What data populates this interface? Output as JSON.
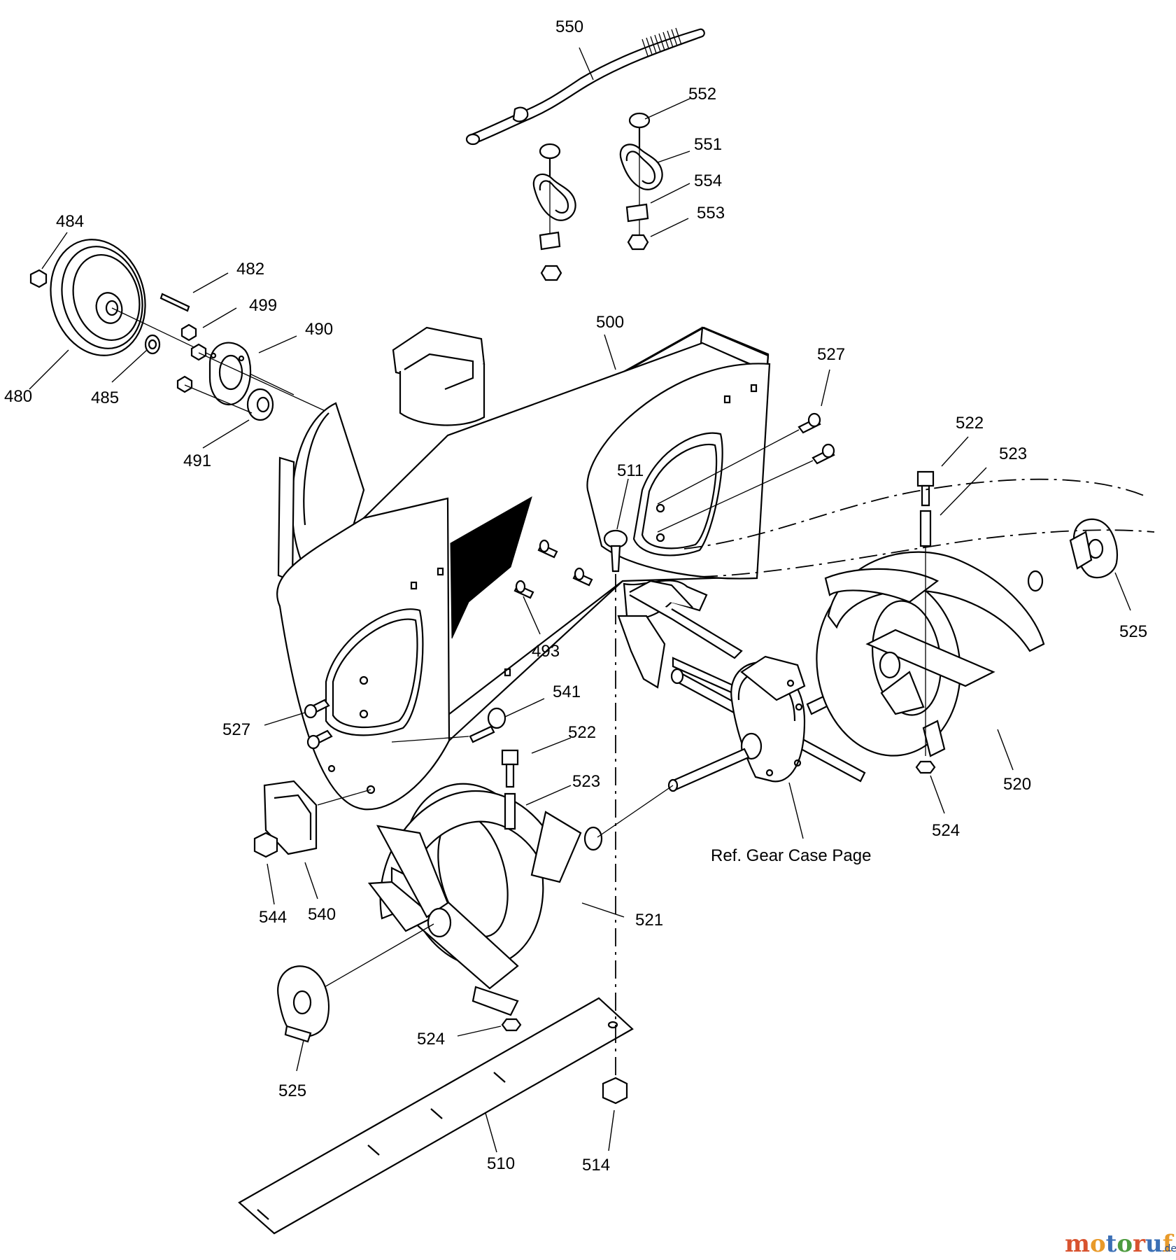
{
  "callouts": [
    {
      "id": "550",
      "label": "550"
    },
    {
      "id": "552",
      "label": "552"
    },
    {
      "id": "551",
      "label": "551"
    },
    {
      "id": "554",
      "label": "554"
    },
    {
      "id": "553",
      "label": "553"
    },
    {
      "id": "484",
      "label": "484"
    },
    {
      "id": "482",
      "label": "482"
    },
    {
      "id": "499",
      "label": "499"
    },
    {
      "id": "490",
      "label": "490"
    },
    {
      "id": "500",
      "label": "500"
    },
    {
      "id": "480",
      "label": "480"
    },
    {
      "id": "485",
      "label": "485"
    },
    {
      "id": "491",
      "label": "491"
    },
    {
      "id": "527-right",
      "label": "527"
    },
    {
      "id": "522-right",
      "label": "522"
    },
    {
      "id": "523-right",
      "label": "523"
    },
    {
      "id": "511",
      "label": "511"
    },
    {
      "id": "525-right",
      "label": "525"
    },
    {
      "id": "493",
      "label": "493"
    },
    {
      "id": "541",
      "label": "541"
    },
    {
      "id": "527-left",
      "label": "527"
    },
    {
      "id": "522-left",
      "label": "522"
    },
    {
      "id": "523-left",
      "label": "523"
    },
    {
      "id": "520",
      "label": "520"
    },
    {
      "id": "524-right",
      "label": "524"
    },
    {
      "id": "544",
      "label": "544"
    },
    {
      "id": "540",
      "label": "540"
    },
    {
      "id": "521",
      "label": "521"
    },
    {
      "id": "524-left",
      "label": "524"
    },
    {
      "id": "525-left",
      "label": "525"
    },
    {
      "id": "510",
      "label": "510"
    },
    {
      "id": "514",
      "label": "514"
    }
  ],
  "reference_note": "Ref. Gear Case Page",
  "watermark": {
    "text": "motoruf",
    "suffix": ".de",
    "colors": [
      "#d8532f",
      "#e89a2a",
      "#3b6fb5",
      "#4d9b3f"
    ]
  }
}
